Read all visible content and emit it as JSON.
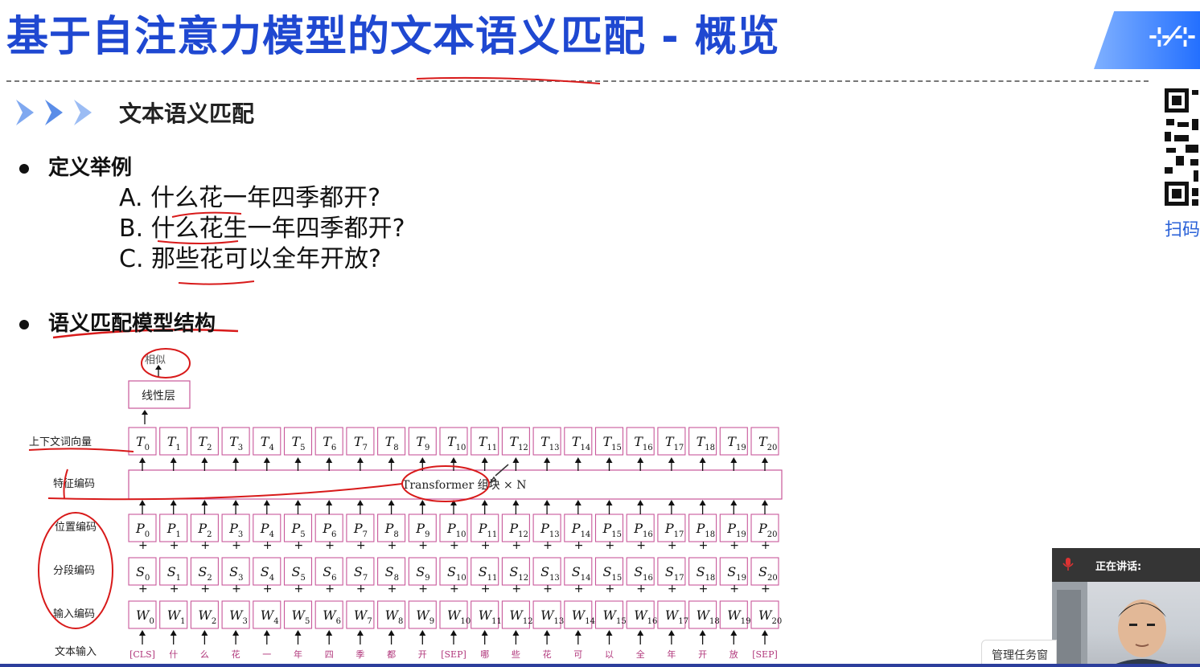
{
  "slide": {
    "title": "基于自注意力模型的文本语义匹配 - 概览",
    "section": "文本语义匹配",
    "bullet1": "定义举例",
    "examples": [
      "A. 什么花一年四季都开?",
      "B. 什么花生一年四季都开?",
      "C. 那些花可以全年开放?"
    ],
    "bullet2": "语义匹配模型结构",
    "qr_label": "扫码"
  },
  "diagram": {
    "output_label": "相似",
    "linear_label": "线性层",
    "row_labels": {
      "context": "上下文词向量",
      "feature": "特征编码",
      "position": "位置编码",
      "segment": "分段编码",
      "input": "输入编码",
      "text": "文本输入"
    },
    "transformer_label": "Transformer 组块 × N",
    "tokens": [
      "[CLS]",
      "什",
      "么",
      "花",
      "一",
      "年",
      "四",
      "季",
      "都",
      "开",
      "[SEP]",
      "哪",
      "些",
      "花",
      "可",
      "以",
      "全",
      "年",
      "开",
      "放",
      "[SEP]"
    ],
    "prefix": {
      "context": "T",
      "position": "P",
      "segment": "S",
      "input": "W"
    },
    "plus": "+"
  },
  "overlay": {
    "speaking_label": "正在讲话:",
    "taskbar_label": "管理任务窗"
  },
  "colors": {
    "title": "#1f48d1",
    "box_border": "#c8589a",
    "annotation": "#d81a1a"
  },
  "icons": [
    "chevron-right-icon",
    "microphone-icon",
    "qr-code-icon",
    "logo-icon"
  ]
}
